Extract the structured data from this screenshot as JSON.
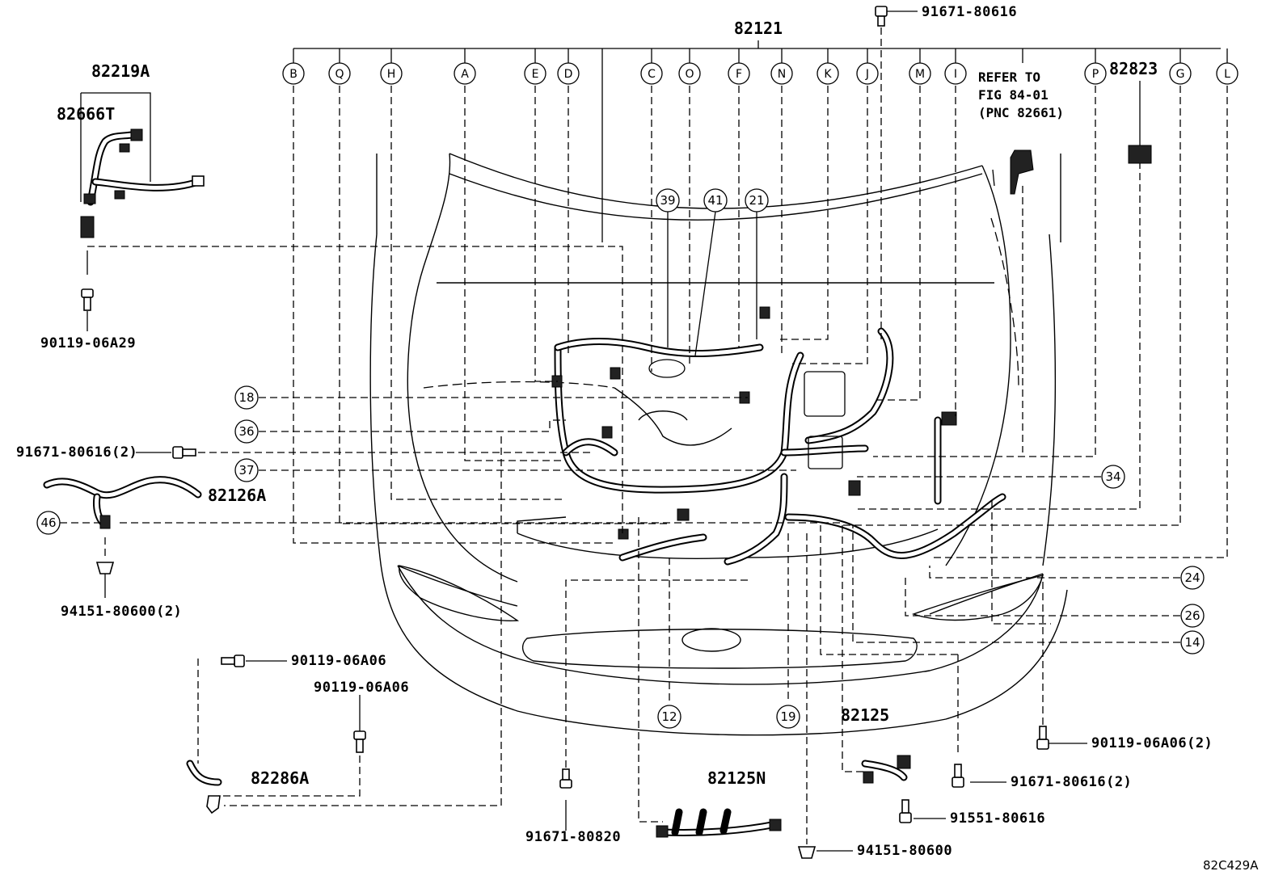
{
  "main_part": "82121",
  "connector_letters": [
    "B",
    "Q",
    "H",
    "A",
    "E",
    "D",
    "C",
    "O",
    "F",
    "N",
    "K",
    "J",
    "M",
    "I",
    "P",
    "G",
    "L"
  ],
  "parts": {
    "p82219A": "82219A",
    "p82666T": "82666T",
    "p82823": "82823",
    "p82126A": "82126A",
    "p82286A": "82286A",
    "p82125": "82125",
    "p82125N": "82125N"
  },
  "reference_note": [
    "REFER TO",
    "FIG 84-01",
    "(PNC 82661)"
  ],
  "fasteners": {
    "top": "91671-80616",
    "f90119_06A29": "90119-06A29",
    "f91671_80616_2_left": "91671-80616(2)",
    "f94151_80600_2": "94151-80600(2)",
    "f90119_06A06_a": "90119-06A06",
    "f90119_06A06_b": "90119-06A06",
    "f91671_80820": "91671-80820",
    "f94151_80600": "94151-80600",
    "f91551_80616": "91551-80616",
    "f91671_80616_2_right": "91671-80616(2)",
    "f90119_06A06_2": "90119-06A06(2)"
  },
  "callouts": {
    "c39": "39",
    "c41": "41",
    "c21": "21",
    "c18": "18",
    "c36": "36",
    "c37": "37",
    "c34": "34",
    "c46": "46",
    "c24": "24",
    "c26": "26",
    "c14": "14",
    "c12": "12",
    "c19": "19"
  },
  "figure_code": "82C429A"
}
